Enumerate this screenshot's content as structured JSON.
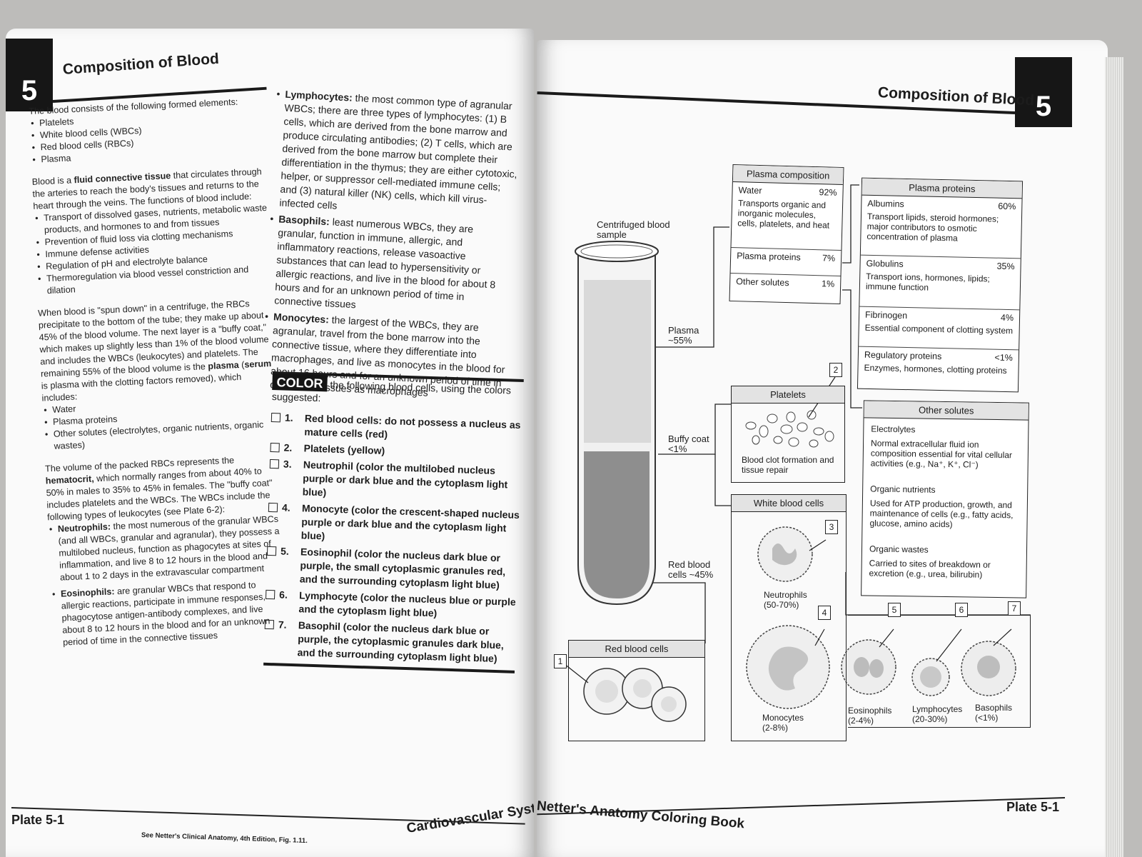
{
  "header": {
    "chapter_number": "5",
    "left_title": "Composition of Blood",
    "right_title": "Composition of Blood"
  },
  "left": {
    "intro": "The blood consists of the following formed elements:",
    "formed_elements": [
      "Platelets",
      "White blood cells (WBCs)",
      "Red blood cells (RBCs)",
      "Plasma"
    ],
    "para1_pre": "Blood is a ",
    "para1_bold": "fluid connective tissue",
    "para1_post": " that circulates through the arteries to reach the body's tissues and returns to the heart through the veins. The functions of blood include:",
    "functions": [
      "Transport of dissolved gases, nutrients, metabolic waste products, and hormones to and from tissues",
      "Prevention of fluid loss via clotting mechanisms",
      "Immune defense activities",
      "Regulation of pH and electrolyte balance",
      "Thermoregulation via blood vessel constriction and dilation"
    ],
    "para2_pre": "When blood is \"spun down\" in a centrifuge, the RBCs precipitate to the bottom of the tube; they make up about 45% of the blood volume. The next layer is a \"buffy coat,\" which makes up slightly less than 1% of the blood volume and includes the WBCs (leukocytes) and platelets. The remaining 55% of the blood volume is the ",
    "para2_bold1": "plasma",
    "para2_mid": " (",
    "para2_bold2": "serum",
    "para2_post": " is plasma with the clotting factors removed), which includes:",
    "plasma_list": [
      "Water",
      "Plasma proteins",
      "Other solutes (electrolytes, organic nutrients, organic wastes)"
    ],
    "para3_pre": "The volume of the packed RBCs represents the ",
    "para3_bold": "hematocrit,",
    "para3_post": " which normally ranges from about 40% to 50% in males to 35% to 45% in females. The \"buffy coat\" includes platelets and the WBCs. The WBCs include the following types of leukocytes (see Plate 6-2):",
    "leuk1_term": "Neutrophils:",
    "leuk1_text": " the most numerous of the granular WBCs (and all WBCs, granular and agranular), they possess a multilobed nucleus, function as phagocytes at sites of inflammation, and live 8 to 12 hours in the blood and about 1 to 2 days in the extravascular compartment",
    "leuk2_term": "Eosinophils:",
    "leuk2_text": " are granular WBCs that respond to allergic reactions, participate in immune responses, phagocytose antigen-antibody complexes, and live about 8 to 12 hours in the blood and for an unknown period of time in the connective tissues",
    "col2_1_term": "Lymphocytes:",
    "col2_1_text": " the most common type of agranular WBCs; there are three types of lymphocytes: (1) B cells, which are derived from the bone marrow and produce circulating antibodies; (2) T cells, which are derived from the bone marrow but complete their differentiation in the thymus; they are either cytotoxic, helper, or suppressor cell-mediated immune cells; and (3) natural killer (NK) cells, which kill virus-infected cells",
    "col2_2_term": "Basophils:",
    "col2_2_text": " least numerous WBCs, they are granular, function in immune, allergic, and inflammatory reactions, release vasoactive substances that can lead to hypersensitivity or allergic reactions, and live in the blood for about 8 hours and for an unknown period of time in connective tissues",
    "col2_3_term": "Monocytes:",
    "col2_3_text": " the largest of the WBCs, they are agranular, travel from the bone marrow into the connective tissue, where they differentiate into macrophages, and live as monocytes in the blood for about 16 hours and for an unknown period of time in connective tissues as macrophages",
    "color_badge": "COLOR",
    "color_intro": "the following blood cells, using the colors suggested:",
    "color_items": [
      {
        "num": "1.",
        "text": "Red blood cells: do not possess a nucleus as mature cells (red)"
      },
      {
        "num": "2.",
        "text": "Platelets (yellow)"
      },
      {
        "num": "3.",
        "text": "Neutrophil (color the multilobed nucleus purple or dark blue and the cytoplasm light blue)"
      },
      {
        "num": "4.",
        "text": "Monocyte (color the crescent-shaped nucleus purple or dark blue and the cytoplasm light blue)"
      },
      {
        "num": "5.",
        "text": "Eosinophil (color the nucleus dark blue or purple, the small cytoplasmic granules red, and the surrounding cytoplasm light blue)"
      },
      {
        "num": "6.",
        "text": "Lymphocyte (color the nucleus blue or purple and the cytoplasm light blue)"
      },
      {
        "num": "7.",
        "text": "Basophil (color the nucleus dark blue or purple, the cytoplasmic granules dark blue, and the surrounding cytoplasm light blue)"
      }
    ],
    "footer_plate": "Plate 5-1",
    "footer_ref": "See Netter's Clinical Anatomy, 4th Edition, Fig. 1.11.",
    "footer_section": "Cardiovascular System"
  },
  "right": {
    "sample_label": "Centrifuged blood sample",
    "plasma_label": "Plasma ~55%",
    "buffy_label": "Buffy coat <1%",
    "rbc_label": "Red blood cells ~45%",
    "plasma_comp": {
      "title": "Plasma composition",
      "water": "Water",
      "water_pct": "92%",
      "water_desc": "Transports organic and inorganic molecules, cells, platelets, and heat",
      "proteins": "Plasma proteins",
      "proteins_pct": "7%",
      "solutes": "Other solutes",
      "solutes_pct": "1%"
    },
    "plasma_proteins": {
      "title": "Plasma proteins",
      "items": [
        {
          "name": "Albumins",
          "pct": "60%",
          "desc": "Transport lipids, steroid hormones; major contributors to osmotic concentration of plasma"
        },
        {
          "name": "Globulins",
          "pct": "35%",
          "desc": "Transport ions, hormones, lipids; immune function"
        },
        {
          "name": "Fibrinogen",
          "pct": "4%",
          "desc": "Essential component of clotting system"
        },
        {
          "name": "Regulatory proteins",
          "pct": "<1%",
          "desc": "Enzymes, hormones, clotting proteins"
        }
      ]
    },
    "other_solutes": {
      "title": "Other solutes",
      "items": [
        {
          "name": "Electrolytes",
          "desc": "Normal extracellular fluid ion composition essential for vital cellular activities (e.g., Na⁺, K⁺, Cl⁻)"
        },
        {
          "name": "Organic nutrients",
          "desc": "Used for ATP production, growth, and maintenance of cells (e.g., fatty acids, glucose, amino acids)"
        },
        {
          "name": "Organic wastes",
          "desc": "Carried to sites of breakdown or excretion (e.g., urea, bilirubin)"
        }
      ]
    },
    "platelets_box": {
      "title": "Platelets",
      "desc": "Blood clot formation and tissue repair"
    },
    "wbc_box": {
      "title": "White blood cells"
    },
    "rbc_box": {
      "title": "Red blood cells"
    },
    "neutrophils": "Neutrophils (50-70%)",
    "monocytes": "Monocytes (2-8%)",
    "eosinophils": "Eosinophils (2-4%)",
    "lymphocytes": "Lymphocytes (20-30%)",
    "basophils": "Basophils (<1%)",
    "callouts": [
      "1",
      "2",
      "3",
      "4",
      "5",
      "6",
      "7"
    ],
    "footer_book": "Netter's Anatomy Coloring Book",
    "footer_plate": "Plate 5-1"
  }
}
